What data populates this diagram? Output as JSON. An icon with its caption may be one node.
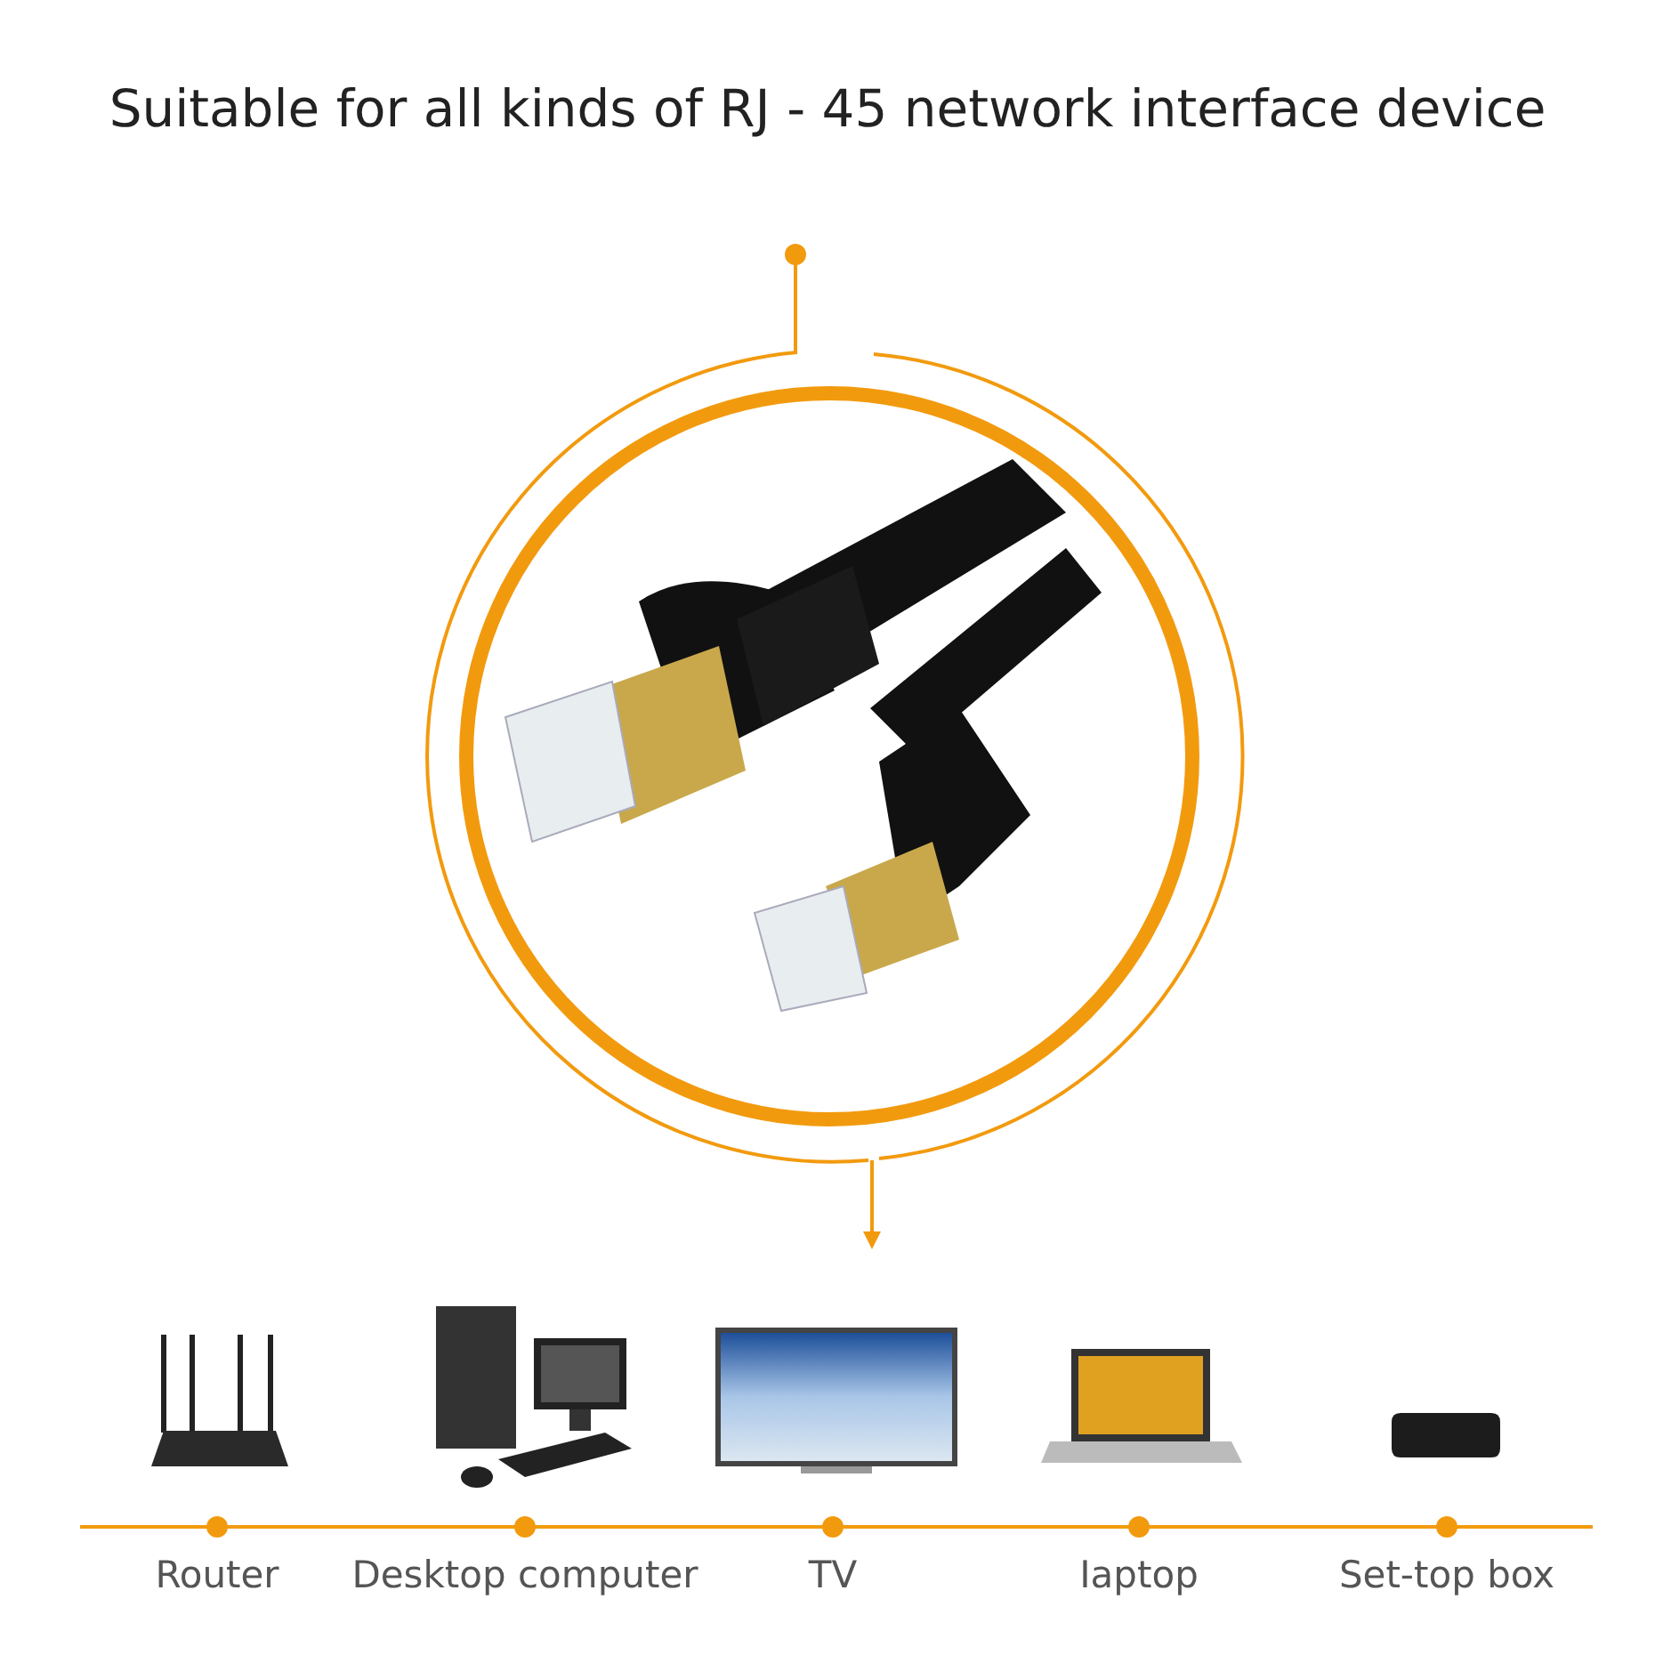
{
  "diagram": {
    "title": "Suitable for all kinds of RJ - 45 network interface device",
    "nodes": [
      {
        "text": [],
        "shape": "picture"
      },
      {
        "text": [],
        "shape": "picture"
      }
    ],
    "edges": [
      {
        "from": 0,
        "to": 1,
        "arrow": "to"
      }
    ],
    "labels": [
      "Router",
      "Desktop computer",
      "TV",
      "Iaptop",
      "Set-top box"
    ]
  }
}
